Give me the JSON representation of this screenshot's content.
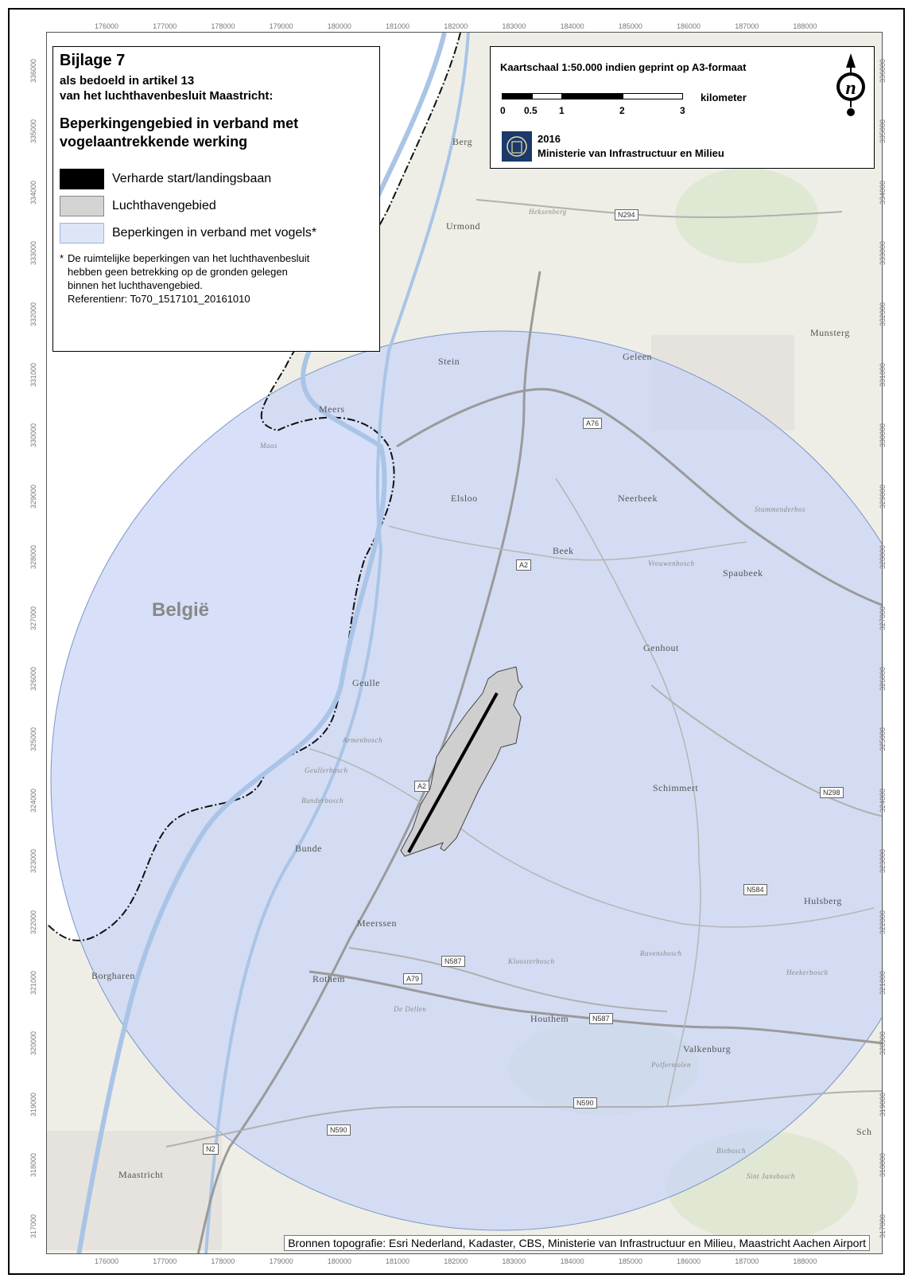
{
  "legend": {
    "title": "Bijlage 7",
    "subtitle_line1": "als bedoeld in artikel 13",
    "subtitle_line2": "van het luchthavenbesluit Maastricht:",
    "heading_line1": "Beperkingengebied in verband met",
    "heading_line2": "vogelaantrekkende werking",
    "items": [
      {
        "label": "Verharde start/landingsbaan",
        "color": "#000000"
      },
      {
        "label": "Luchthavengebied",
        "color": "#d4d4d4"
      },
      {
        "label": "Beperkingen in verband met vogels*",
        "color": "#dde6f7"
      }
    ],
    "note_star": "*",
    "note_line1": "De ruimtelijke beperkingen van het luchthavenbesluit",
    "note_line2": "hebben geen betrekking op de gronden gelegen",
    "note_line3": "binnen het luchthavengebied.",
    "note_line4": "Referentienr: To70_1517101_20161010"
  },
  "scale": {
    "title": "Kaartschaal 1:50.000 indien geprint op A3-formaat",
    "labels": [
      "0",
      "0.5",
      "1",
      "2",
      "3"
    ],
    "unit": "kilometer",
    "year": "2016",
    "ministry": "Ministerie van Infrastructuur en Milieu",
    "north_symbol": "n"
  },
  "axes": {
    "x_ticks": [
      "176000",
      "177000",
      "178000",
      "179000",
      "180000",
      "181000",
      "182000",
      "183000",
      "184000",
      "185000",
      "186000",
      "187000",
      "188000"
    ],
    "y_ticks": [
      "336000",
      "335000",
      "334000",
      "333000",
      "332000",
      "331000",
      "330000",
      "329000",
      "328000",
      "327000",
      "326000",
      "325000",
      "324000",
      "323000",
      "322000",
      "321000",
      "320000",
      "319000",
      "318000",
      "317000"
    ]
  },
  "country_label": "België",
  "places": [
    {
      "id": "berg",
      "name": "Berg",
      "small": false
    },
    {
      "id": "urmond",
      "name": "Urmond",
      "small": false
    },
    {
      "id": "heksenberg",
      "name": "Heksenberg",
      "small": true
    },
    {
      "id": "munsterg",
      "name": "Munsterg",
      "small": false
    },
    {
      "id": "stein",
      "name": "Stein",
      "small": false
    },
    {
      "id": "geleen",
      "name": "Geleen",
      "small": false
    },
    {
      "id": "meers",
      "name": "Meers",
      "small": false
    },
    {
      "id": "maas",
      "name": "Maas",
      "small": true
    },
    {
      "id": "elsloo",
      "name": "Elsloo",
      "small": false
    },
    {
      "id": "neerbeek",
      "name": "Neerbeek",
      "small": false
    },
    {
      "id": "stammenderbos",
      "name": "Stammenderbos",
      "small": true
    },
    {
      "id": "beek",
      "name": "Beek",
      "small": false
    },
    {
      "id": "vrouwenbosch",
      "name": "Vrouwenbosch",
      "small": true
    },
    {
      "id": "spaubeek",
      "name": "Spaubeek",
      "small": false
    },
    {
      "id": "genhout",
      "name": "Genhout",
      "small": false
    },
    {
      "id": "geulle",
      "name": "Geulle",
      "small": false
    },
    {
      "id": "armenbosch",
      "name": "Armenbosch",
      "small": true
    },
    {
      "id": "geullerbosch",
      "name": "Geullerbosch",
      "small": true
    },
    {
      "id": "bunderbosch",
      "name": "Bunderbosch",
      "small": true
    },
    {
      "id": "schimmert",
      "name": "Schimmert",
      "small": false
    },
    {
      "id": "bunde",
      "name": "Bunde",
      "small": false
    },
    {
      "id": "meerssen",
      "name": "Meerssen",
      "small": false
    },
    {
      "id": "hulsberg",
      "name": "Hulsberg",
      "small": false
    },
    {
      "id": "borgharen",
      "name": "Borgharen",
      "small": false
    },
    {
      "id": "kloosterbosch",
      "name": "Kloosterbosch",
      "small": true
    },
    {
      "id": "ravensbosch",
      "name": "Ravensbosch",
      "small": true
    },
    {
      "id": "heekerbosch",
      "name": "Heekerbosch",
      "small": true
    },
    {
      "id": "rothem",
      "name": "Rothem",
      "small": false
    },
    {
      "id": "dedellen",
      "name": "De Dellen",
      "small": true
    },
    {
      "id": "houthem",
      "name": "Houthem",
      "small": false
    },
    {
      "id": "valkenburg",
      "name": "Valkenburg",
      "small": false
    },
    {
      "id": "polfermolen",
      "name": "Polfermolen",
      "small": true
    },
    {
      "id": "schin",
      "name": "Sch",
      "small": false
    },
    {
      "id": "biebosch",
      "name": "Biebosch",
      "small": true
    },
    {
      "id": "sintjansbosch",
      "name": "Sint Jansbosch",
      "small": true
    },
    {
      "id": "maastricht",
      "name": "Maastricht",
      "small": false
    }
  ],
  "roads": [
    {
      "id": "n294",
      "name": "N294"
    },
    {
      "id": "a76",
      "name": "A76"
    },
    {
      "id": "a2a",
      "name": "A2"
    },
    {
      "id": "a2b",
      "name": "A2"
    },
    {
      "id": "n298",
      "name": "N298"
    },
    {
      "id": "n584",
      "name": "N584"
    },
    {
      "id": "n587a",
      "name": "N587"
    },
    {
      "id": "a79",
      "name": "A79"
    },
    {
      "id": "n587b",
      "name": "N587"
    },
    {
      "id": "n590a",
      "name": "N590"
    },
    {
      "id": "n590b",
      "name": "N590"
    },
    {
      "id": "n2",
      "name": "N2"
    }
  ],
  "credits": "Bronnen topografie: Esri Nederland, Kadaster, CBS, Ministerie van Infrastructuur en Milieu, Maastricht Aachen Airport",
  "colors": {
    "restriction_fill": "#c9d6f5",
    "airport_fill": "#cfcfcf",
    "runway": "#000000",
    "map_bg": "#eeeee6"
  }
}
